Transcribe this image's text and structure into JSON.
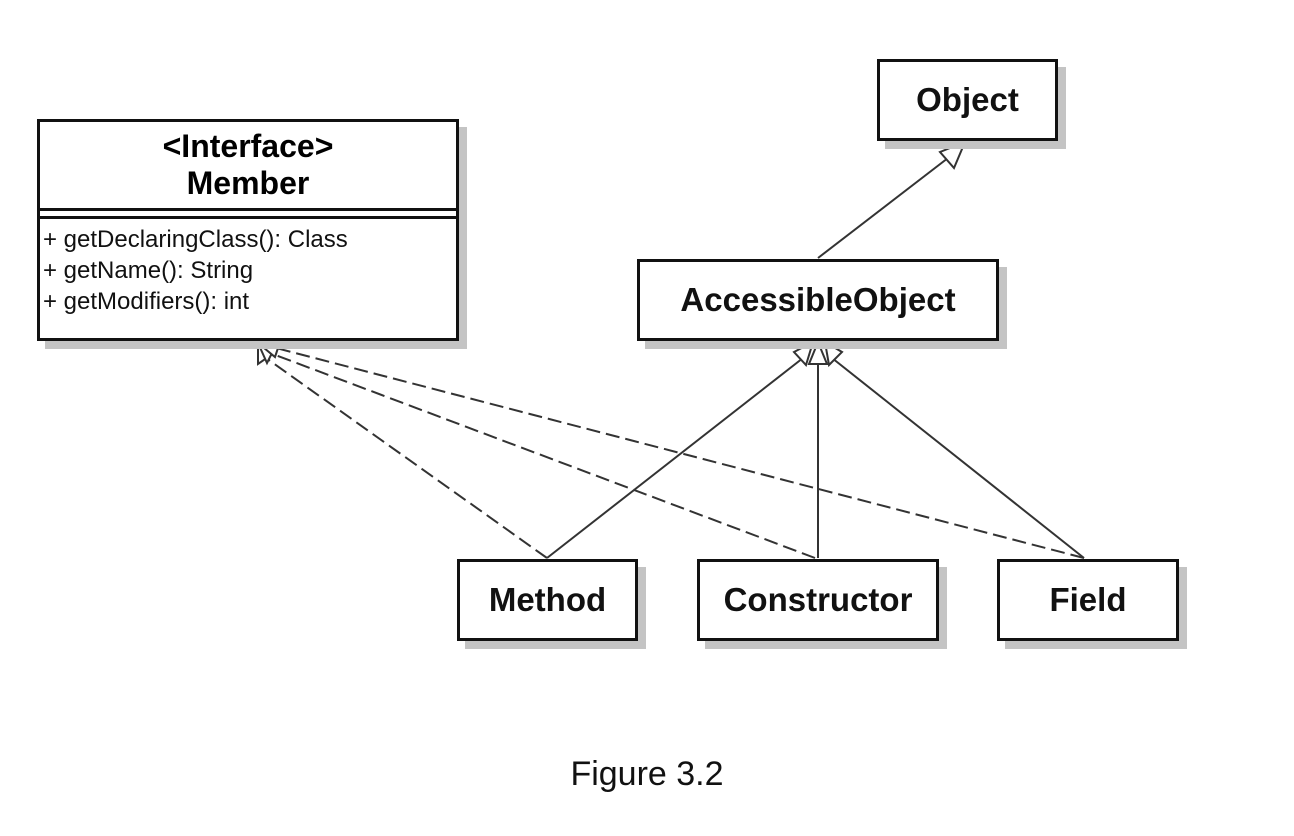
{
  "classes": {
    "member": {
      "stereotype": "<Interface>",
      "name": "Member",
      "methods": [
        "+ getDeclaringClass(): Class",
        "+ getName(): String",
        "+ getModifiers(): int"
      ]
    },
    "object": {
      "name": "Object"
    },
    "accessible_object": {
      "name": "AccessibleObject"
    },
    "method": {
      "name": "Method"
    },
    "constructor": {
      "name": "Constructor"
    },
    "field": {
      "name": "Field"
    }
  },
  "relations": [
    {
      "from": "accessible_object",
      "to": "object",
      "type": "generalization"
    },
    {
      "from": "method",
      "to": "accessible_object",
      "type": "generalization"
    },
    {
      "from": "constructor",
      "to": "accessible_object",
      "type": "generalization"
    },
    {
      "from": "field",
      "to": "accessible_object",
      "type": "generalization"
    },
    {
      "from": "method",
      "to": "member",
      "type": "realization"
    },
    {
      "from": "constructor",
      "to": "member",
      "type": "realization"
    },
    {
      "from": "field",
      "to": "member",
      "type": "realization"
    }
  ],
  "caption": "Figure 3.2"
}
